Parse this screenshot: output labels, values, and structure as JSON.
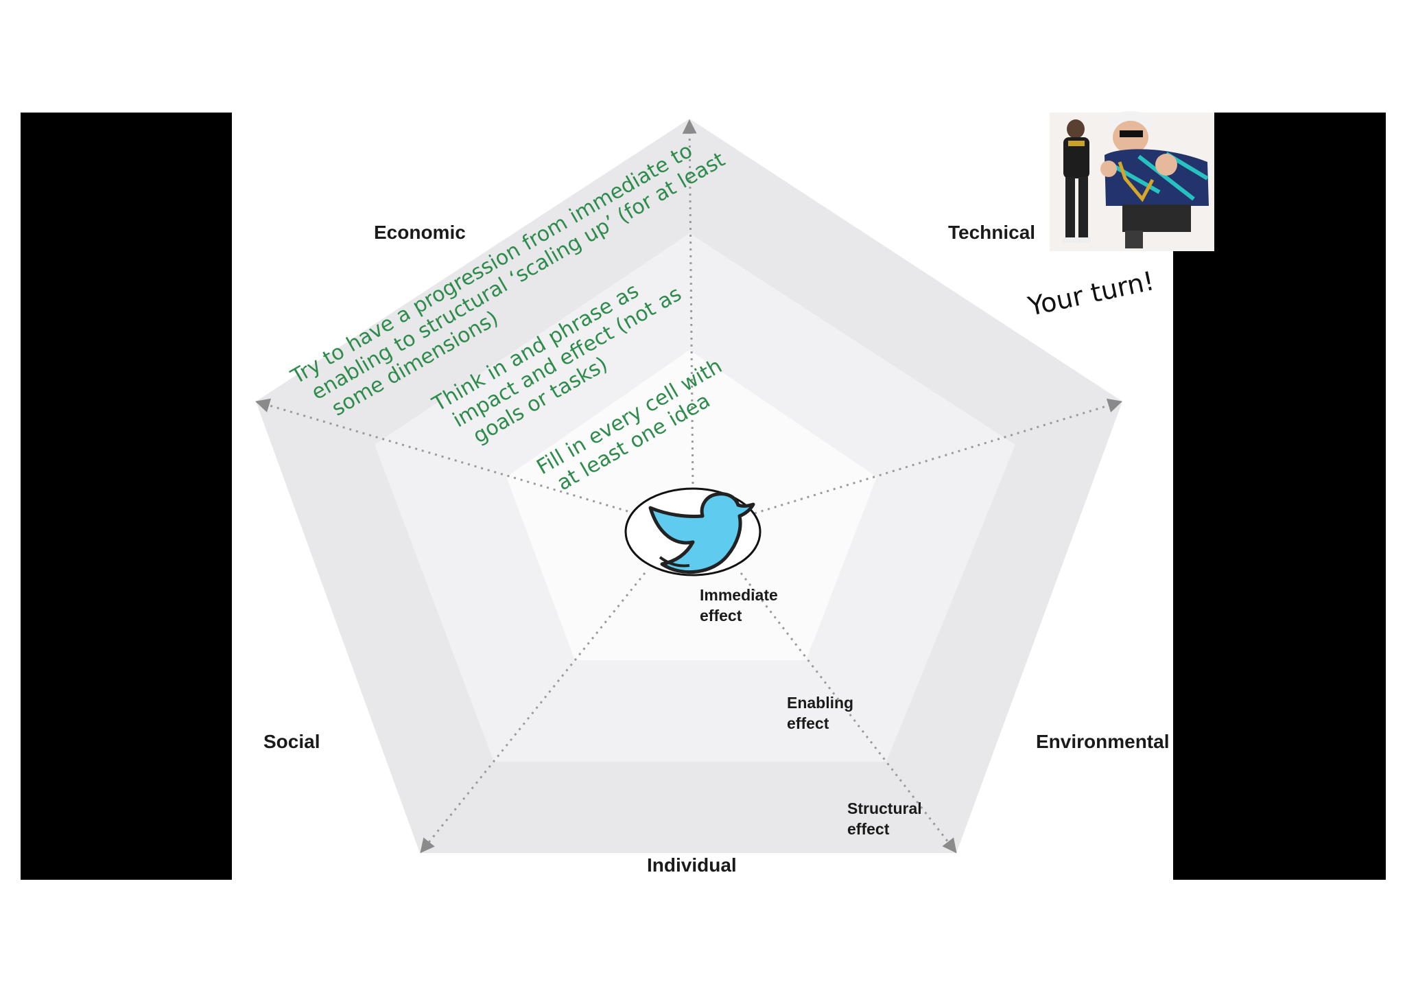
{
  "dimensions": {
    "economic": "Economic",
    "technical": "Technical",
    "environmental": "Environmental",
    "individual": "Individual",
    "social": "Social"
  },
  "levels": {
    "immediate": [
      "Immediate",
      "effect"
    ],
    "enabling": [
      "Enabling",
      "effect"
    ],
    "structural": [
      "Structural",
      "effect"
    ]
  },
  "notes": {
    "outer": [
      "Try to have a progression from immediate to",
      "enabling to structural ‘scaling up’ (for at least",
      "some dimensions)"
    ],
    "middle": [
      "Think in and phrase as",
      "impact and effect (not as",
      "goals or tasks)"
    ],
    "inner": [
      "Fill in every cell with",
      "at least one idea"
    ]
  },
  "call_to_action": "Your turn!",
  "icons": {
    "center": "twitter-bird-icon",
    "photo": "two-people-photo"
  },
  "colors": {
    "ring_outer": "#e8e8ea",
    "ring_middle": "#f1f1f3",
    "ring_inner": "#fbfbfb",
    "note_green": "#2e8b4c",
    "bird_blue": "#5ecbef"
  }
}
